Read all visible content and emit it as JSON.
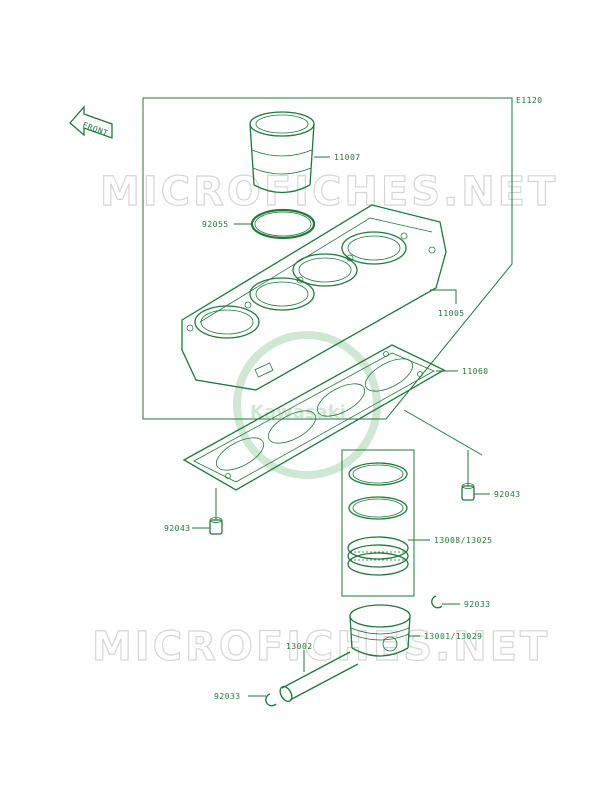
{
  "diagram": {
    "ref_code": "E1120",
    "front_label": "FRONT",
    "watermark_text": "MICROFICHES.NET",
    "logo_text": "Kawasaki",
    "line_color": "#1f7a3a",
    "parts": [
      {
        "id": "11007"
      },
      {
        "id": "92055"
      },
      {
        "id": "11005"
      },
      {
        "id": "11060"
      },
      {
        "id": "92043"
      },
      {
        "id": "92043"
      },
      {
        "id": "13008/13025"
      },
      {
        "id": "92033"
      },
      {
        "id": "13001/13029"
      },
      {
        "id": "13002"
      },
      {
        "id": "92033"
      }
    ]
  }
}
